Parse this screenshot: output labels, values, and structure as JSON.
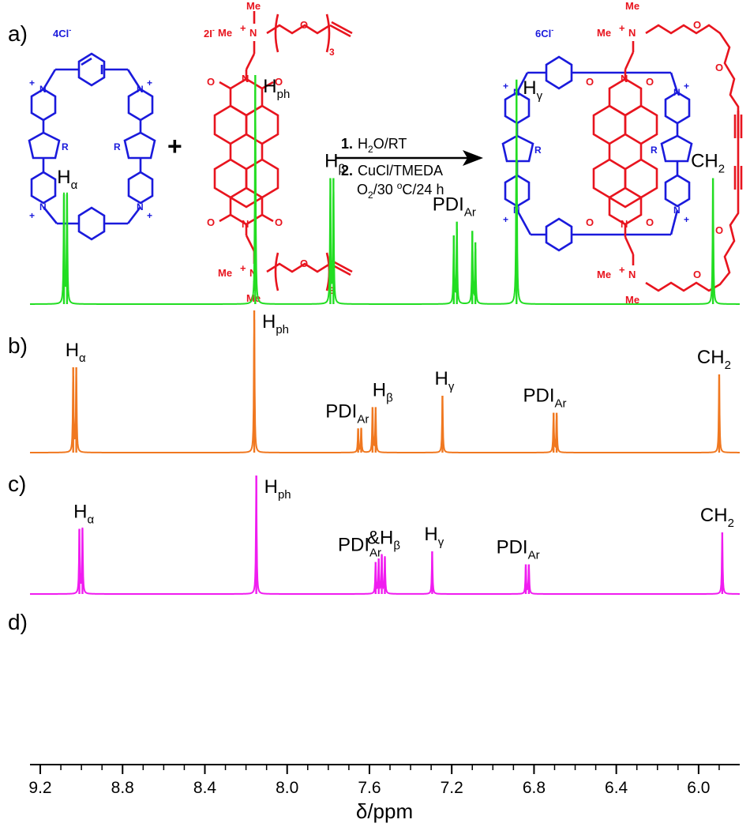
{
  "panel_labels": {
    "a": "a)",
    "b": "b)",
    "c": "c)",
    "d": "d)"
  },
  "scheme": {
    "left_counterion": "4Cl",
    "left_counterion_charge": "-",
    "middle_counterion": "2I",
    "middle_counterion_charge": "-",
    "product_counterion": "6Cl",
    "product_counterion_charge": "-",
    "plus_sign": "+",
    "ring_substituent": "R",
    "n_label": "N",
    "o_label": "O",
    "me_label": "Me",
    "repeat_subscript": "3",
    "step1_number": "1.",
    "step1_text": "H",
    "step1_sub": "2",
    "step1_rest": "O/RT",
    "step2_number": "2.",
    "step2_text": "CuCl/TMEDA",
    "step2_line2_a": "O",
    "step2_line2_sub": "2",
    "step2_line2_b": "/30 ",
    "step2_line2_sup": "o",
    "step2_line2_c": "C/24 h",
    "colors": {
      "cyclophane": "#1a1adc",
      "pdi": "#e8141e",
      "arrow": "#000000"
    }
  },
  "chart_data": {
    "type": "line",
    "xlabel": "δ/ppm",
    "xlim": [
      9.25,
      5.8
    ],
    "x_ticks": [
      "9.2",
      "8.8",
      "8.4",
      "8.0",
      "7.6",
      "7.2",
      "6.8",
      "6.4",
      "6.0"
    ],
    "series": [
      {
        "panel": "b)",
        "color": "#22dd22",
        "peaks": [
          {
            "x": 9.085,
            "h": 0.48
          },
          {
            "x": 9.07,
            "h": 0.48
          },
          {
            "x": 8.155,
            "h": 1.0
          },
          {
            "x": 7.79,
            "h": 0.55
          },
          {
            "x": 7.775,
            "h": 0.55
          },
          {
            "x": 7.19,
            "h": 0.3
          },
          {
            "x": 7.175,
            "h": 0.36
          },
          {
            "x": 7.1,
            "h": 0.32
          },
          {
            "x": 7.085,
            "h": 0.27
          },
          {
            "x": 6.885,
            "h": 0.98
          },
          {
            "x": 5.93,
            "h": 0.55
          }
        ],
        "annotations": [
          {
            "text": "H",
            "sub": "α",
            "x": 9.08
          },
          {
            "text": "H",
            "sub": "ph",
            "x": 8.155
          },
          {
            "text": "H",
            "sub": "β",
            "x": 7.78
          },
          {
            "text": "PDI",
            "sub": "Ar",
            "x": 7.14
          },
          {
            "text": "H",
            "sub": "γ",
            "x": 6.885
          },
          {
            "text": "CH",
            "sub": "2",
            "x": 5.93
          }
        ]
      },
      {
        "panel": "c)",
        "color": "#f07820",
        "peaks": [
          {
            "x": 9.04,
            "h": 0.6
          },
          {
            "x": 9.025,
            "h": 0.6
          },
          {
            "x": 8.16,
            "h": 1.0
          },
          {
            "x": 7.655,
            "h": 0.17
          },
          {
            "x": 7.64,
            "h": 0.17
          },
          {
            "x": 7.585,
            "h": 0.32
          },
          {
            "x": 7.57,
            "h": 0.32
          },
          {
            "x": 7.245,
            "h": 0.4
          },
          {
            "x": 6.705,
            "h": 0.28
          },
          {
            "x": 6.69,
            "h": 0.28
          },
          {
            "x": 5.9,
            "h": 0.55
          }
        ],
        "annotations": [
          {
            "text": "H",
            "sub": "α",
            "x": 9.04
          },
          {
            "text": "H",
            "sub": "ph",
            "x": 8.16
          },
          {
            "text": "PDI",
            "sub": "Ar",
            "x": 7.66
          },
          {
            "text": "H",
            "sub": "β",
            "x": 7.57
          },
          {
            "text": "H",
            "sub": "γ",
            "x": 7.245
          },
          {
            "text": "PDI",
            "sub": "Ar",
            "x": 6.7
          },
          {
            "text": "CH",
            "sub": "2",
            "x": 5.9
          }
        ]
      },
      {
        "panel": "d)",
        "color": "#f01cf0",
        "peaks": [
          {
            "x": 9.01,
            "h": 0.55
          },
          {
            "x": 8.995,
            "h": 0.55
          },
          {
            "x": 8.15,
            "h": 1.0
          },
          {
            "x": 7.57,
            "h": 0.27
          },
          {
            "x": 7.555,
            "h": 0.3
          },
          {
            "x": 7.54,
            "h": 0.33
          },
          {
            "x": 7.525,
            "h": 0.31
          },
          {
            "x": 7.295,
            "h": 0.36
          },
          {
            "x": 6.84,
            "h": 0.25
          },
          {
            "x": 6.825,
            "h": 0.25
          },
          {
            "x": 5.885,
            "h": 0.52
          }
        ],
        "annotations": [
          {
            "text": "H",
            "sub": "α",
            "x": 9.0
          },
          {
            "text": "H",
            "sub": "ph",
            "x": 8.15
          },
          {
            "text": "PDI",
            "sub": "Ar",
            "x": 7.6
          },
          {
            "text": "&H",
            "sub": "β",
            "x": 7.55
          },
          {
            "text": "H",
            "sub": "γ",
            "x": 7.295
          },
          {
            "text": "PDI",
            "sub": "Ar",
            "x": 6.83
          },
          {
            "text": "CH",
            "sub": "2",
            "x": 5.885
          }
        ]
      }
    ]
  }
}
